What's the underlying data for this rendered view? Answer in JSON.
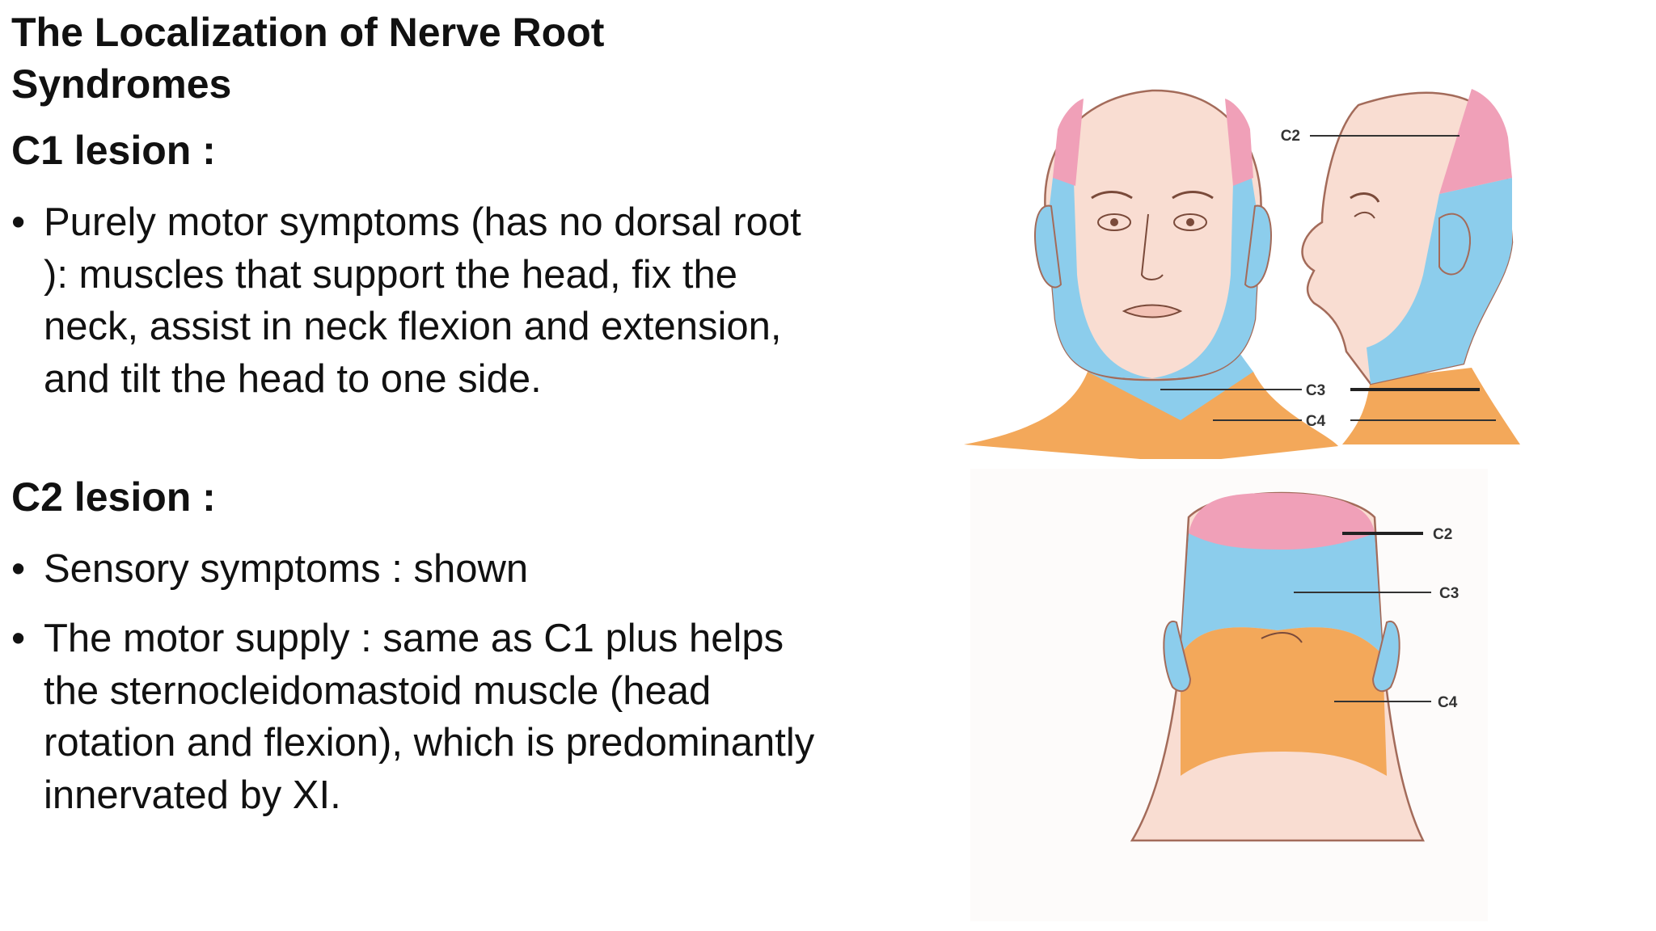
{
  "slide": {
    "title": "The Localization of Nerve Root Syndromes",
    "c1_heading": "C1 lesion :",
    "c1_bullet": "Purely motor symptoms (has no dorsal root ): muscles that support the head, fix the neck, assist in neck flexion and extension, and tilt the head to one side.",
    "c2_heading": "C2 lesion :",
    "c2_bullet_1": "Sensory symptoms : shown",
    "c2_bullet_2": "The motor supply : same as C1  plus helps the sternocleidomastoid muscle (head rotation and flexion), which is predominantly innervated by XI.",
    "bullet_symbol": "•"
  },
  "figure": {
    "labels": {
      "side_c2": "C2",
      "front_c3": "C3",
      "front_c4": "C4",
      "back_c2": "C2",
      "back_c3": "C3",
      "back_c4": "C4"
    },
    "colors": {
      "c2": "#f0a0b8",
      "c3": "#8ccdec",
      "c4": "#f3a85a",
      "skin": "#f9ddd2",
      "outline": "#a36b5a"
    }
  }
}
